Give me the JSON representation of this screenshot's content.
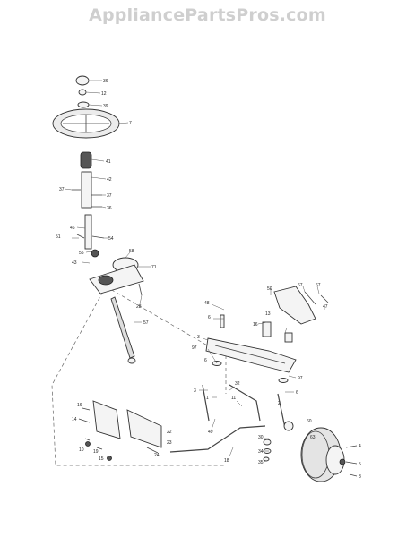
{
  "watermark": "AppliancePartsPros.com",
  "callouts": [
    {
      "id": "c-36-top",
      "text": "36"
    },
    {
      "id": "c-12",
      "text": "12"
    },
    {
      "id": "c-39",
      "text": "39"
    },
    {
      "id": "c-7",
      "text": "7"
    },
    {
      "id": "c-41",
      "text": "41"
    },
    {
      "id": "c-42",
      "text": "42"
    },
    {
      "id": "c-37a",
      "text": "37"
    },
    {
      "id": "c-37b",
      "text": "37"
    },
    {
      "id": "c-36b",
      "text": "36"
    },
    {
      "id": "c-46",
      "text": "46"
    },
    {
      "id": "c-51",
      "text": "51"
    },
    {
      "id": "c-54",
      "text": "54"
    },
    {
      "id": "c-55",
      "text": "55"
    },
    {
      "id": "c-58",
      "text": "58"
    },
    {
      "id": "c-43",
      "text": "43"
    },
    {
      "id": "c-71",
      "text": "71"
    },
    {
      "id": "c-28",
      "text": "28"
    },
    {
      "id": "c-57",
      "text": "57"
    },
    {
      "id": "c-48",
      "text": "48"
    },
    {
      "id": "c-6a",
      "text": "6"
    },
    {
      "id": "c-50",
      "text": "50"
    },
    {
      "id": "c-13",
      "text": "13"
    },
    {
      "id": "c-16",
      "text": "16"
    },
    {
      "id": "c-67a",
      "text": "67"
    },
    {
      "id": "c-67b",
      "text": "67"
    },
    {
      "id": "c-47",
      "text": "47"
    },
    {
      "id": "c-3",
      "text": "3"
    },
    {
      "id": "c-97a",
      "text": "97"
    },
    {
      "id": "c-6b",
      "text": "6"
    },
    {
      "id": "c-97b",
      "text": "97"
    },
    {
      "id": "c-6c",
      "text": "6"
    },
    {
      "id": "c-3b",
      "text": "3"
    },
    {
      "id": "c-1",
      "text": "1"
    },
    {
      "id": "c-11",
      "text": "11"
    },
    {
      "id": "c-32",
      "text": "32"
    },
    {
      "id": "c-49",
      "text": "49"
    },
    {
      "id": "c-60",
      "text": "60"
    },
    {
      "id": "c-2",
      "text": "2"
    },
    {
      "id": "c-30",
      "text": "30"
    },
    {
      "id": "c-34",
      "text": "34"
    },
    {
      "id": "c-35",
      "text": "35"
    },
    {
      "id": "c-18",
      "text": "18"
    },
    {
      "id": "c-4",
      "text": "4"
    },
    {
      "id": "c-5",
      "text": "5"
    },
    {
      "id": "c-8",
      "text": "8"
    },
    {
      "id": "c-16b",
      "text": "16"
    },
    {
      "id": "c-14",
      "text": "14"
    },
    {
      "id": "c-10",
      "text": "10"
    },
    {
      "id": "c-24",
      "text": "24"
    },
    {
      "id": "c-19",
      "text": "19"
    },
    {
      "id": "c-15",
      "text": "15"
    },
    {
      "id": "c-22",
      "text": "22"
    },
    {
      "id": "c-23",
      "text": "23"
    },
    {
      "id": "c-63",
      "text": "63"
    }
  ]
}
